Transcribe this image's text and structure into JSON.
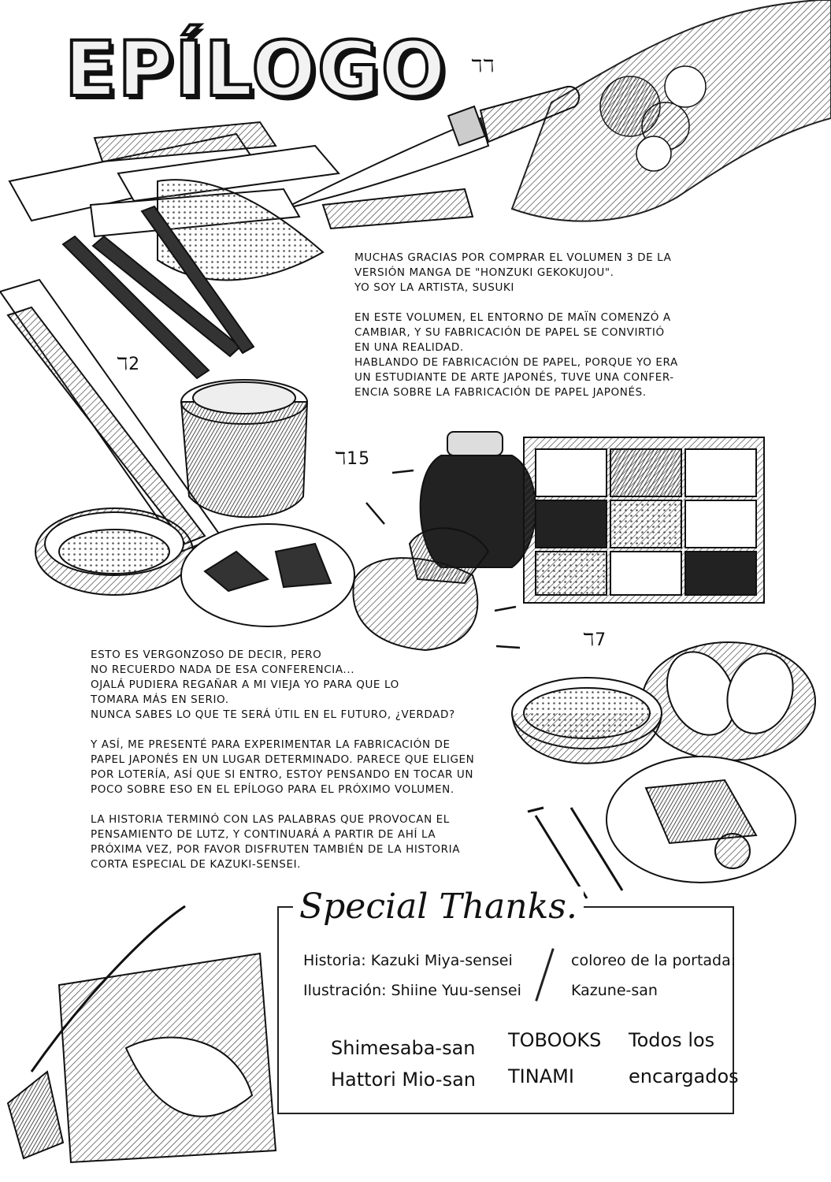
{
  "title": "EPÍLOGO",
  "chapter_marks": [
    "ℸℸ",
    "ℸ2",
    "ℸ15",
    "ℸ7"
  ],
  "paragraph_1": "MUCHAS GRACIAS POR COMPRAR EL VOLUMEN 3 DE LA\nVERSIÓN MANGA DE \"HONZUKI GEKOKUJOU\".\nYO SOY LA ARTISTA, SUSUKI\n\nEN ESTE VOLUMEN, EL ENTORNO DE MAÏN COMENZÓ A\nCAMBIAR, Y SU FABRICACIÓN DE PAPEL SE CONVIRTIÓ\nEN UNA REALIDAD.\nHABLANDO DE FABRICACIÓN DE PAPEL, PORQUE YO ERA\nUN ESTUDIANTE DE ARTE JAPONÉS, TUVE UNA CONFER-\nENCIA SOBRE LA FABRICACIÓN DE PAPEL JAPONÉS.",
  "paragraph_2": "ESTO ES VERGONZOSO DE DECIR, PERO\nNO RECUERDO NADA DE ESA CONFERENCIA...\nOJALÁ PUDIERA REGAÑAR A MI VIEJA YO PARA QUE LO\nTOMARA MÁS EN SERIO.\nNUNCA SABES LO QUE TE SERÁ ÚTIL EN EL FUTURO, ¿VERDAD?\n\nY ASÍ, ME PRESENTÉ PARA EXPERIMENTAR LA FABRICACIÓN DE\nPAPEL JAPONÉS EN UN LUGAR DETERMINADO. PARECE QUE ELIGEN\nPOR LOTERÍA, ASÍ QUE SI ENTRO, ESTOY PENSANDO EN TOCAR UN\nPOCO SOBRE ESO EN EL EPÍLOGO PARA EL PRÓXIMO VOLUMEN.\n\nLA HISTORIA TERMINÓ CON LAS PALABRAS QUE PROVOCAN EL\nPENSAMIENTO DE LUTZ, Y CONTINUARÁ A PARTIR DE AHÍ LA\nPRÓXIMA VEZ, POR FAVOR DISFRUTEN TAMBIÉN DE LA HISTORIA\nCORTA ESPECIAL DE KAZUKI-SENSEI.",
  "special_thanks": {
    "heading": "Special Thanks.",
    "historia": "Historia: Kazuki Miya-sensei",
    "ilustracion": "Ilustración: Shiine Yuu-sensei",
    "coloreo_label": "coloreo de la portada:",
    "coloreo_name": "Kazune-san",
    "names": [
      "Shimesaba-san",
      "Hattori Mio-san",
      "TOBOOKS",
      "TINAMI",
      "Todos los",
      "encargados"
    ]
  }
}
